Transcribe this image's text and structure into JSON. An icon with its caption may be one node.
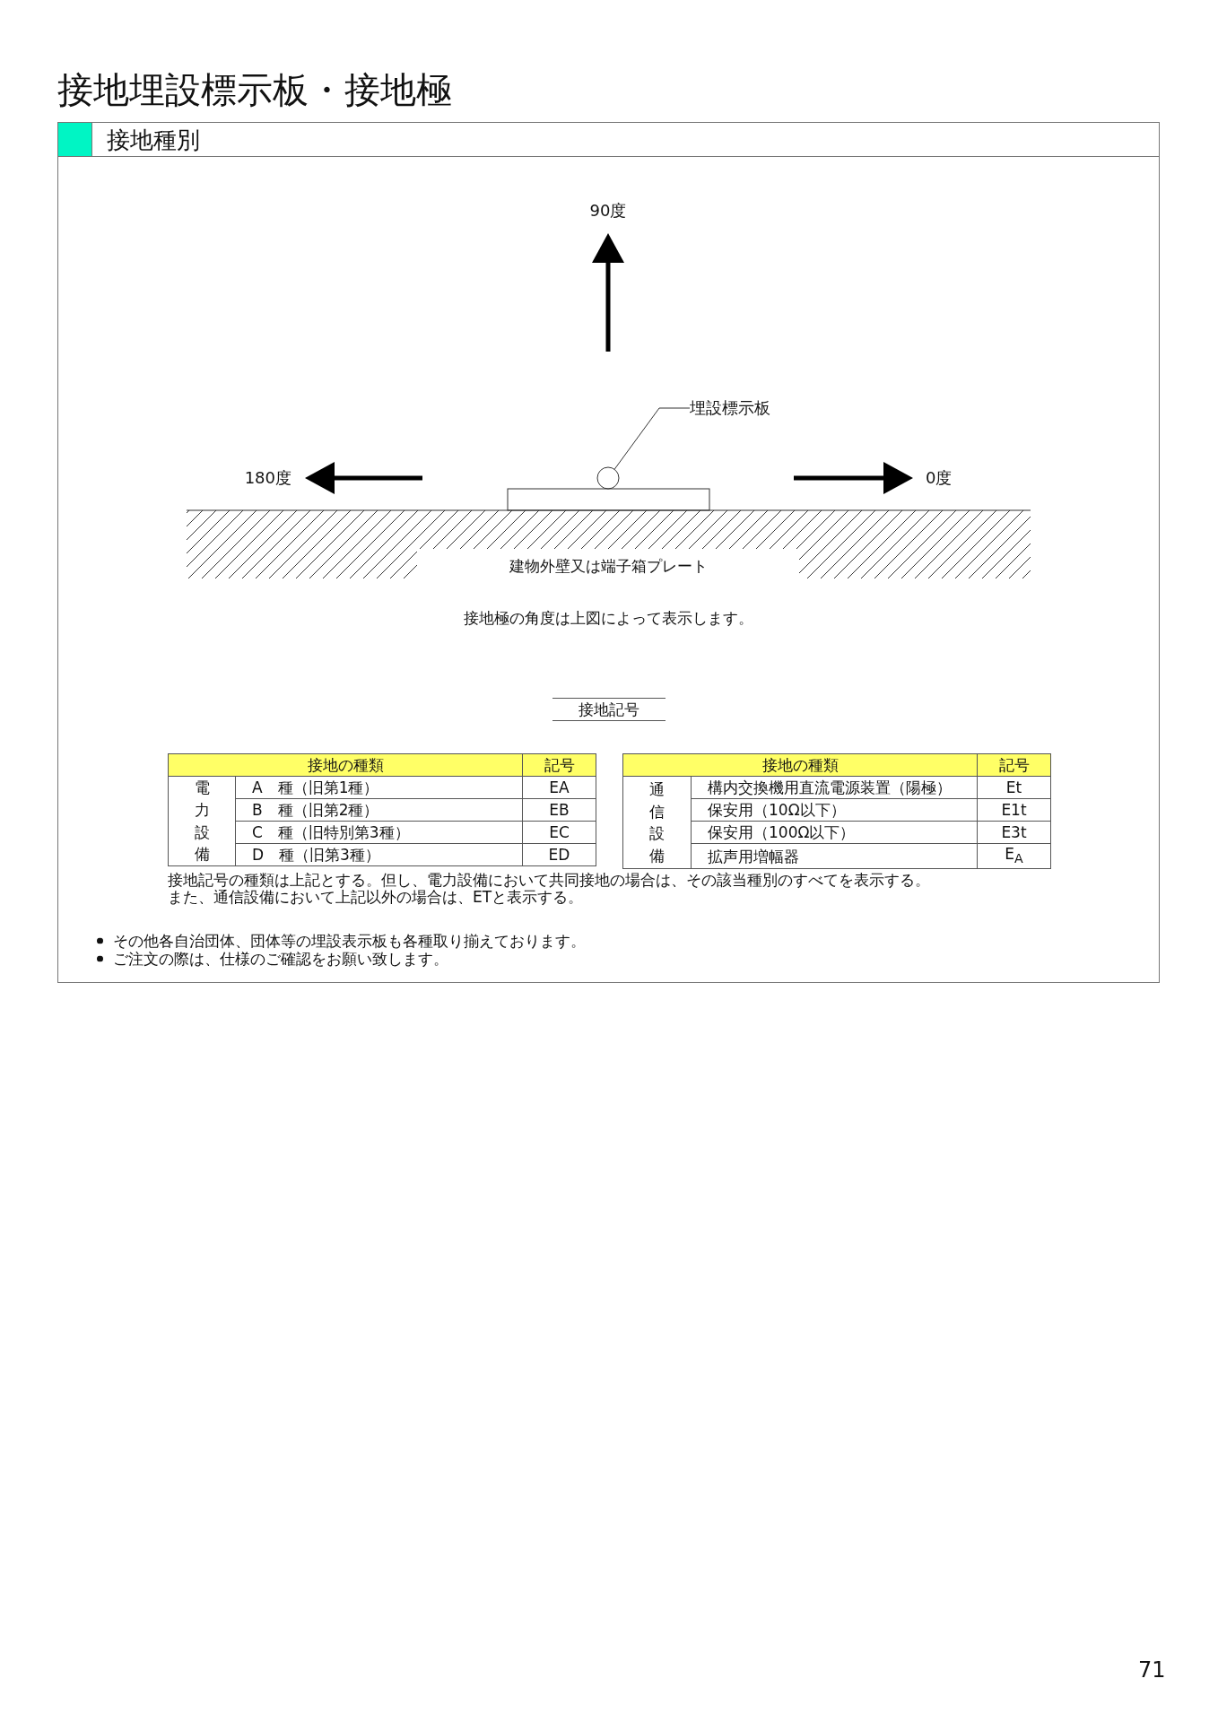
{
  "diagram": {
    "title": "接地埋設標示板・接地極",
    "nodes": [
      {
        "text": [
          "接地種別"
        ]
      },
      {
        "text": [
          "埋設標示板"
        ],
        "in": 0
      },
      {
        "text": [],
        "shape": "circle",
        "in": 0
      }
    ],
    "edges": [
      {
        "from": 1,
        "to": 2,
        "arrow": "none"
      }
    ],
    "labels": [
      "90度",
      "180度",
      "0度",
      "建物外壁又は端子箱プレート",
      "接地極の角度は上図によって表示します。",
      "接地記号",
      "接地の種類",
      "記号",
      "電力設備",
      "A　種（旧第1種）",
      "EA",
      "B　種（旧第2種）",
      "EB",
      "C　種（旧特別第3種）",
      "EC",
      "D　種（旧第3種）",
      "ED",
      "接地の種類",
      "記号",
      "通信設備",
      "構内交換機用直流電源装置（陽極）",
      "Et",
      "保安用（10Ω以下）",
      "E1t",
      "保安用（100Ω以下）",
      "E3t",
      "拡声用増幅器",
      "E$_{A}$",
      "接地記号の種類は上記とする。但し、電力設備において共同接地の場合は、その該当種別のすべてを表示する。",
      "また、通信設備において上記以外の場合は、ETと表示する。",
      "その他各自治団体、団体等の埋設表示板も各種取り揃えております。",
      "ご注文の際は、仕様のご確認をお願い致します。",
      "71"
    ]
  }
}
